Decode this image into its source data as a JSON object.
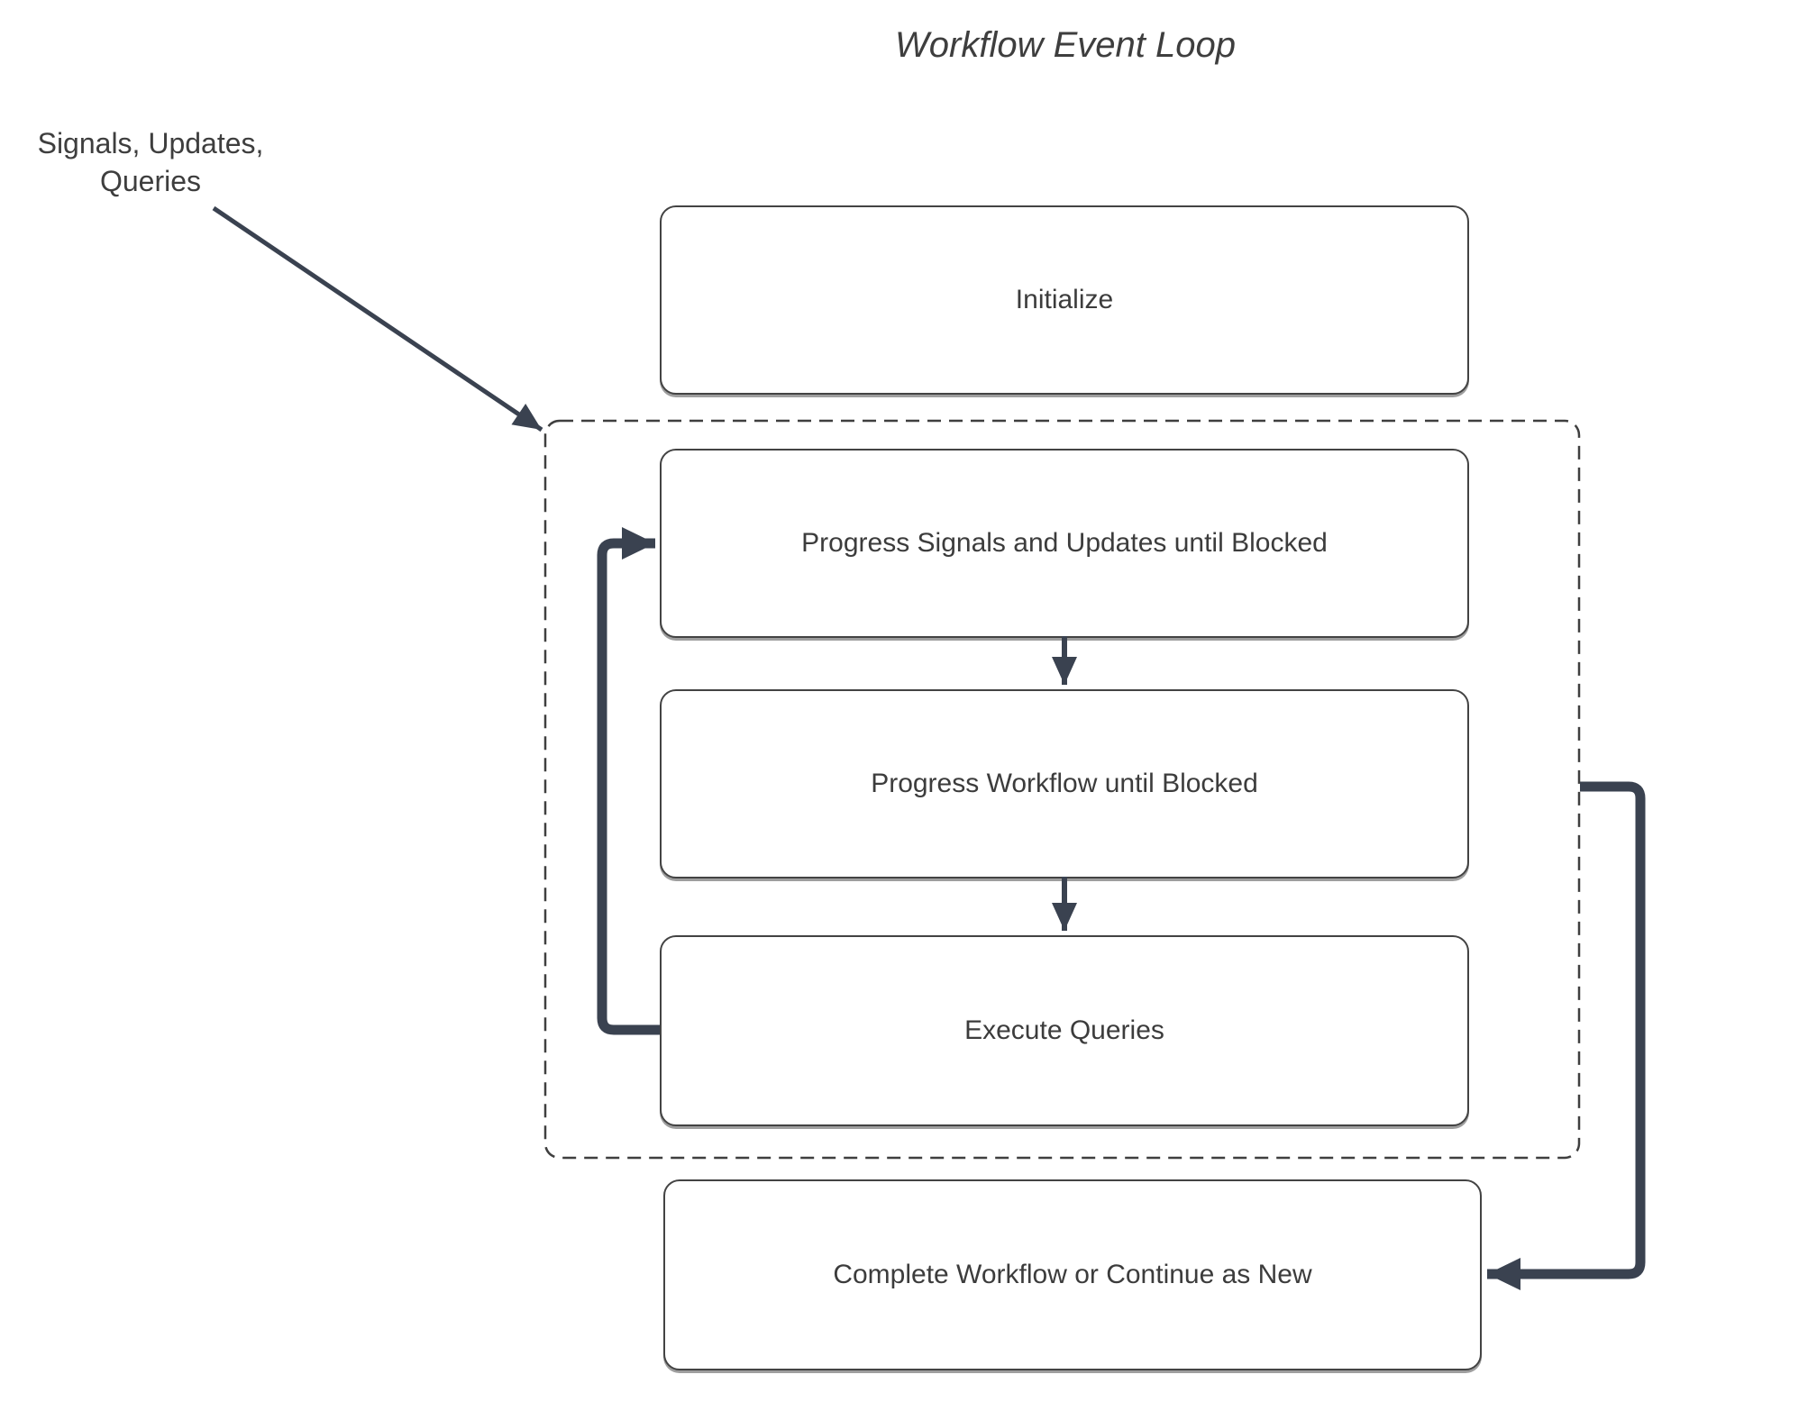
{
  "diagram": {
    "title": "Workflow Event Loop",
    "annotation": "Signals, Updates,\nQueries",
    "nodes": [
      {
        "id": "initialize",
        "label": "Initialize"
      },
      {
        "id": "progress-signals-updates",
        "label": "Progress Signals and Updates until Blocked"
      },
      {
        "id": "progress-workflow",
        "label": "Progress Workflow until Blocked"
      },
      {
        "id": "execute-queries",
        "label": "Execute Queries"
      },
      {
        "id": "complete-or-continue",
        "label": "Complete Workflow or Continue as New"
      }
    ],
    "group": {
      "id": "event-loop-group",
      "style": "dashed-rounded-rectangle",
      "contains": [
        "progress-signals-updates",
        "progress-workflow",
        "execute-queries"
      ]
    },
    "edges": [
      {
        "from": "annotation",
        "to": "event-loop-group",
        "type": "thin-diagonal-arrow"
      },
      {
        "from": "progress-signals-updates",
        "to": "progress-workflow",
        "type": "down-arrow"
      },
      {
        "from": "progress-workflow",
        "to": "execute-queries",
        "type": "down-arrow"
      },
      {
        "from": "execute-queries",
        "to": "progress-signals-updates",
        "type": "thick-loop-left-arrow"
      },
      {
        "from": "event-loop-group",
        "to": "complete-or-continue",
        "type": "thick-loop-right-arrow"
      }
    ],
    "colors": {
      "connector": "#3A4250",
      "node_border": "#434343",
      "text": "#3C3C3C",
      "background": "#FFFFFF"
    }
  }
}
